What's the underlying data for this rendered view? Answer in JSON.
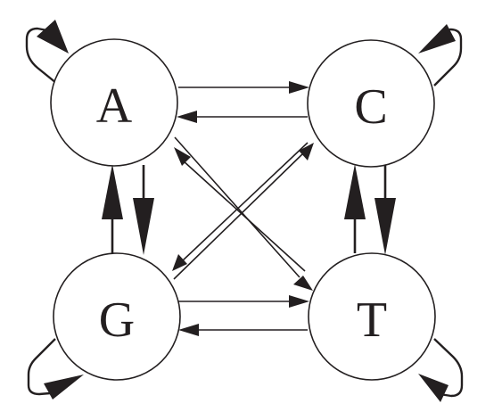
{
  "nodes": {
    "a": {
      "label": "A"
    },
    "c": {
      "label": "C"
    },
    "g": {
      "label": "G"
    },
    "t": {
      "label": "T"
    }
  },
  "edges": [
    {
      "from": "A",
      "to": "A"
    },
    {
      "from": "C",
      "to": "C"
    },
    {
      "from": "G",
      "to": "G"
    },
    {
      "from": "T",
      "to": "T"
    },
    {
      "from": "A",
      "to": "C"
    },
    {
      "from": "C",
      "to": "A"
    },
    {
      "from": "G",
      "to": "T"
    },
    {
      "from": "T",
      "to": "G"
    },
    {
      "from": "A",
      "to": "G"
    },
    {
      "from": "G",
      "to": "A"
    },
    {
      "from": "C",
      "to": "T"
    },
    {
      "from": "T",
      "to": "C"
    },
    {
      "from": "A",
      "to": "T"
    },
    {
      "from": "T",
      "to": "A"
    },
    {
      "from": "C",
      "to": "G"
    },
    {
      "from": "G",
      "to": "C"
    }
  ],
  "colors": {
    "stroke": "#231f20",
    "background": "#ffffff"
  }
}
